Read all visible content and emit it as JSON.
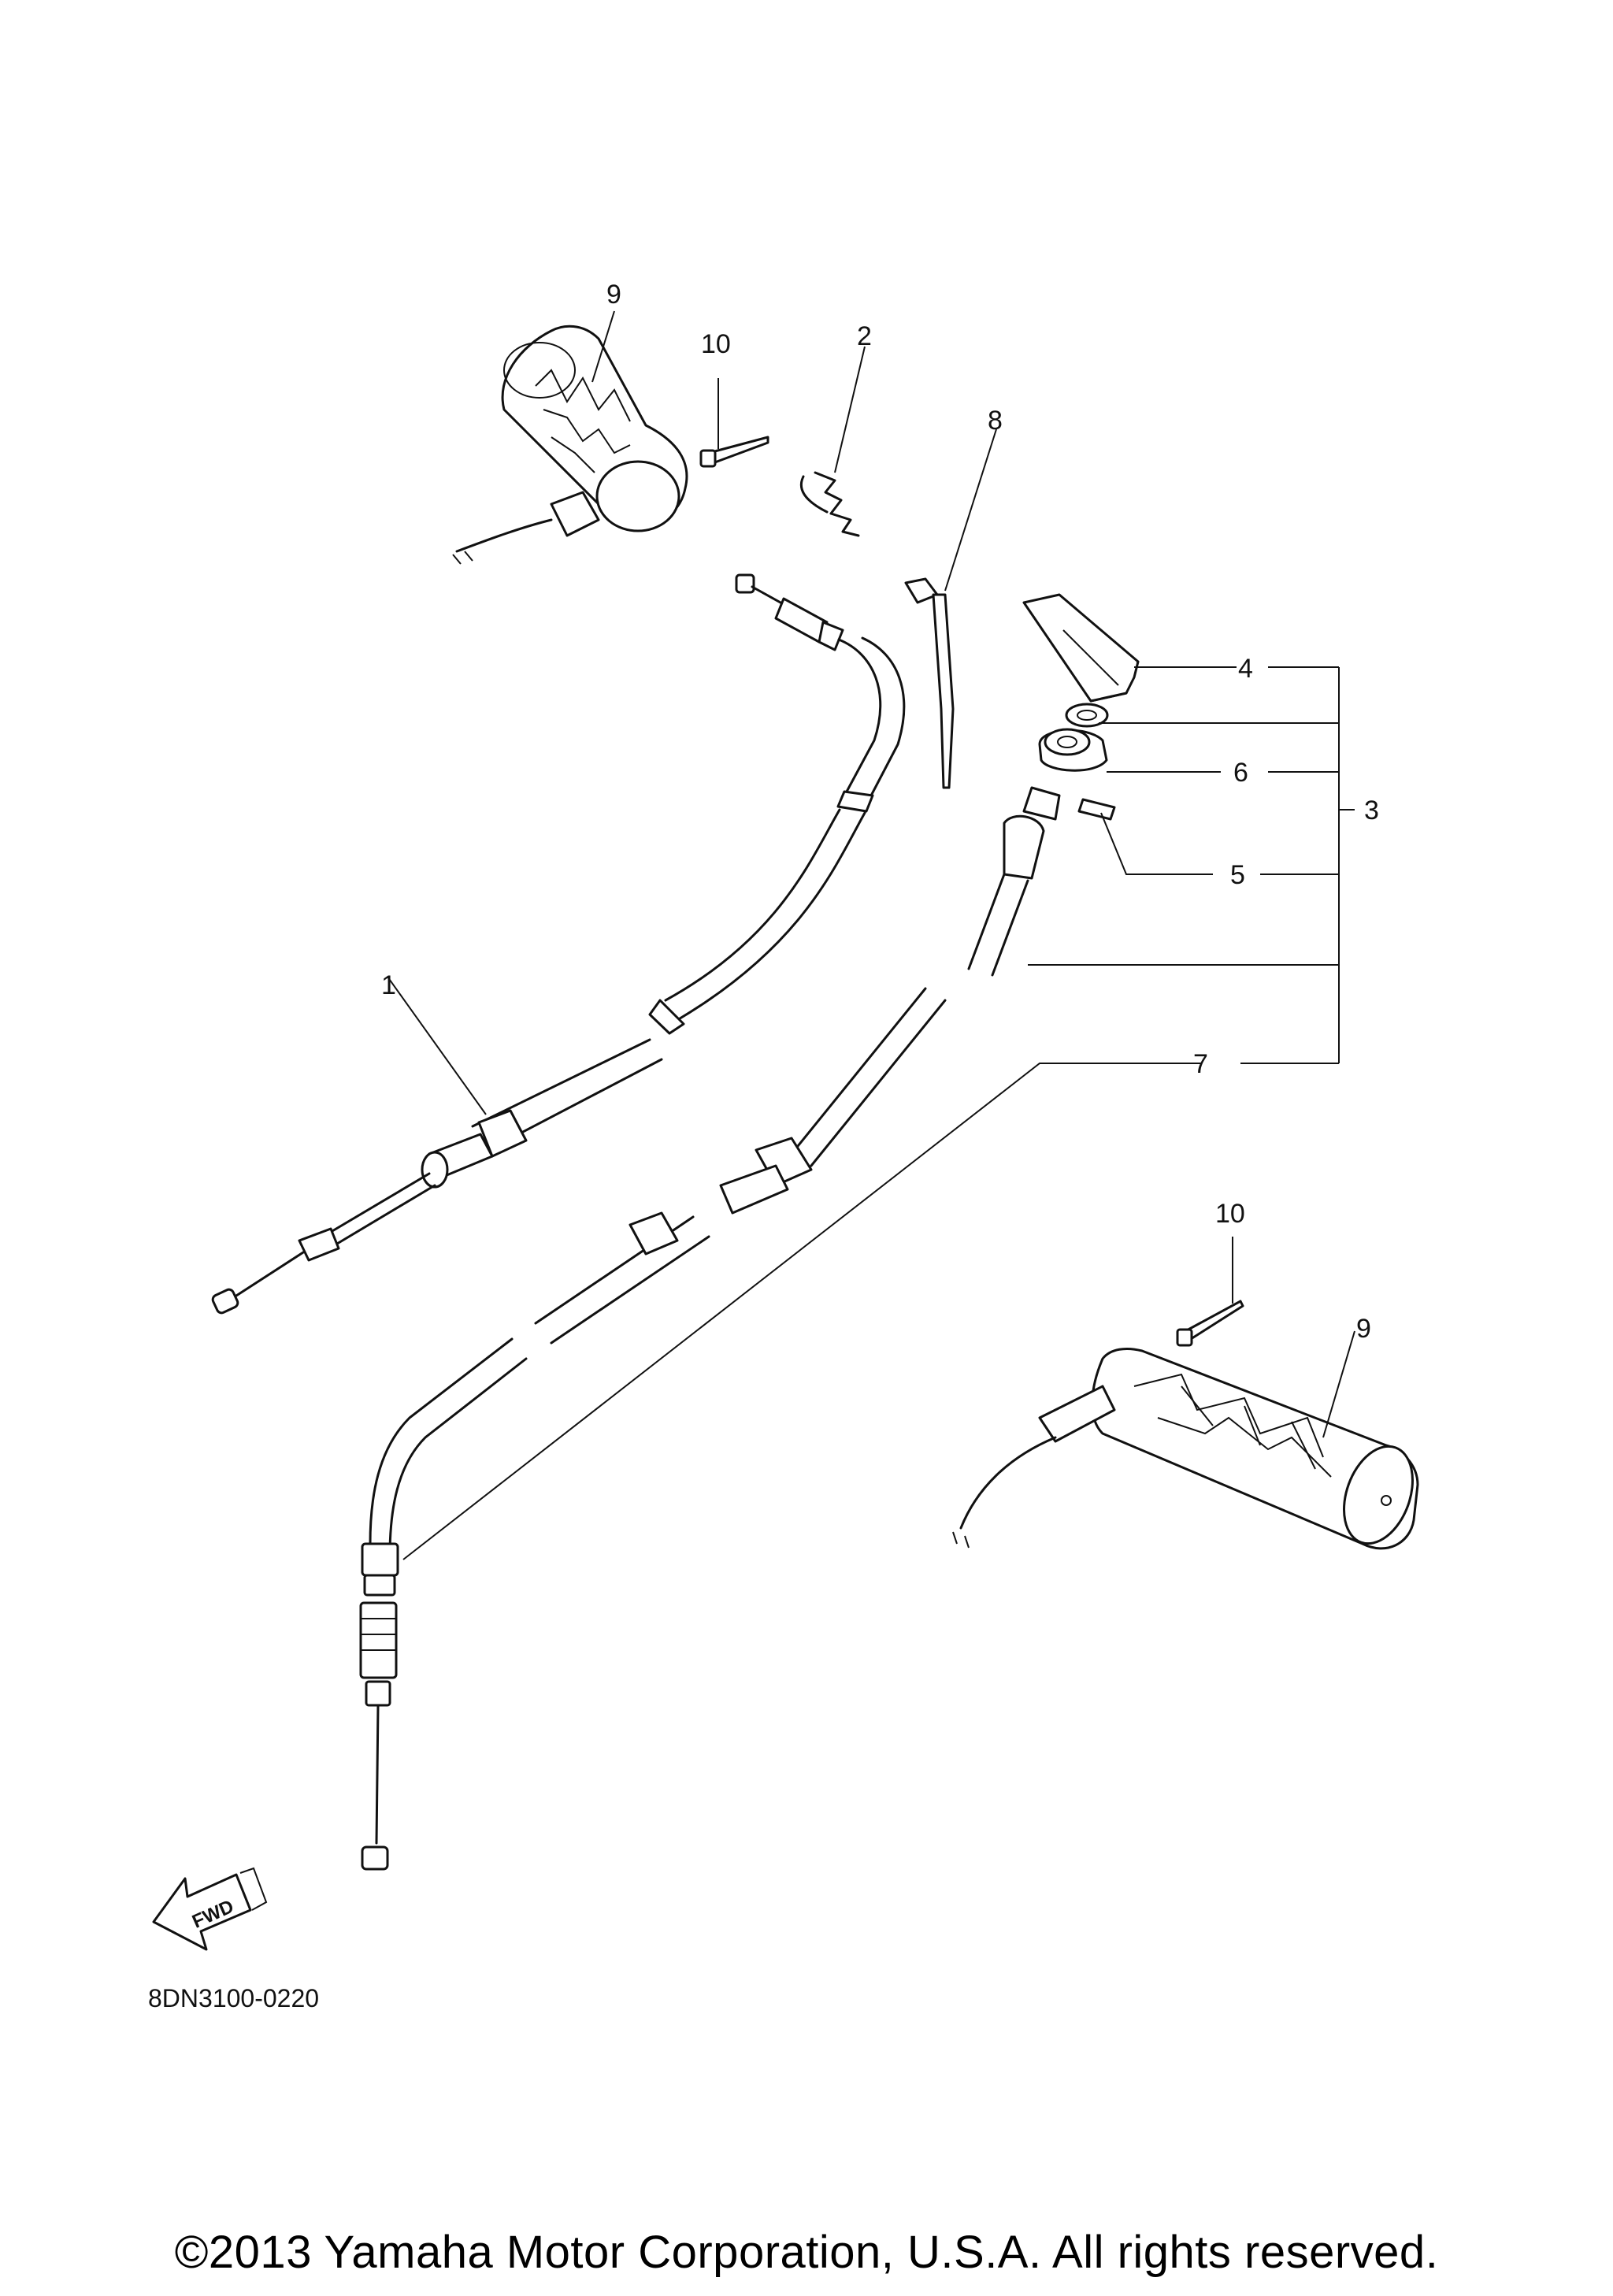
{
  "diagram": {
    "callouts": {
      "c1": "1",
      "c2": "2",
      "c3": "3",
      "c4": "4",
      "c5": "5",
      "c6": "6",
      "c7": "7",
      "c8": "8",
      "c9_top": "9",
      "c9_bottom": "9",
      "c10_top": "10",
      "c10_bottom": "10"
    },
    "fwd_arrow_text": "FWD",
    "diagram_code": "8DN3100-0220"
  },
  "footer": {
    "copyright": "©2013 Yamaha Motor Corporation, U.S.A. All rights reserved."
  }
}
